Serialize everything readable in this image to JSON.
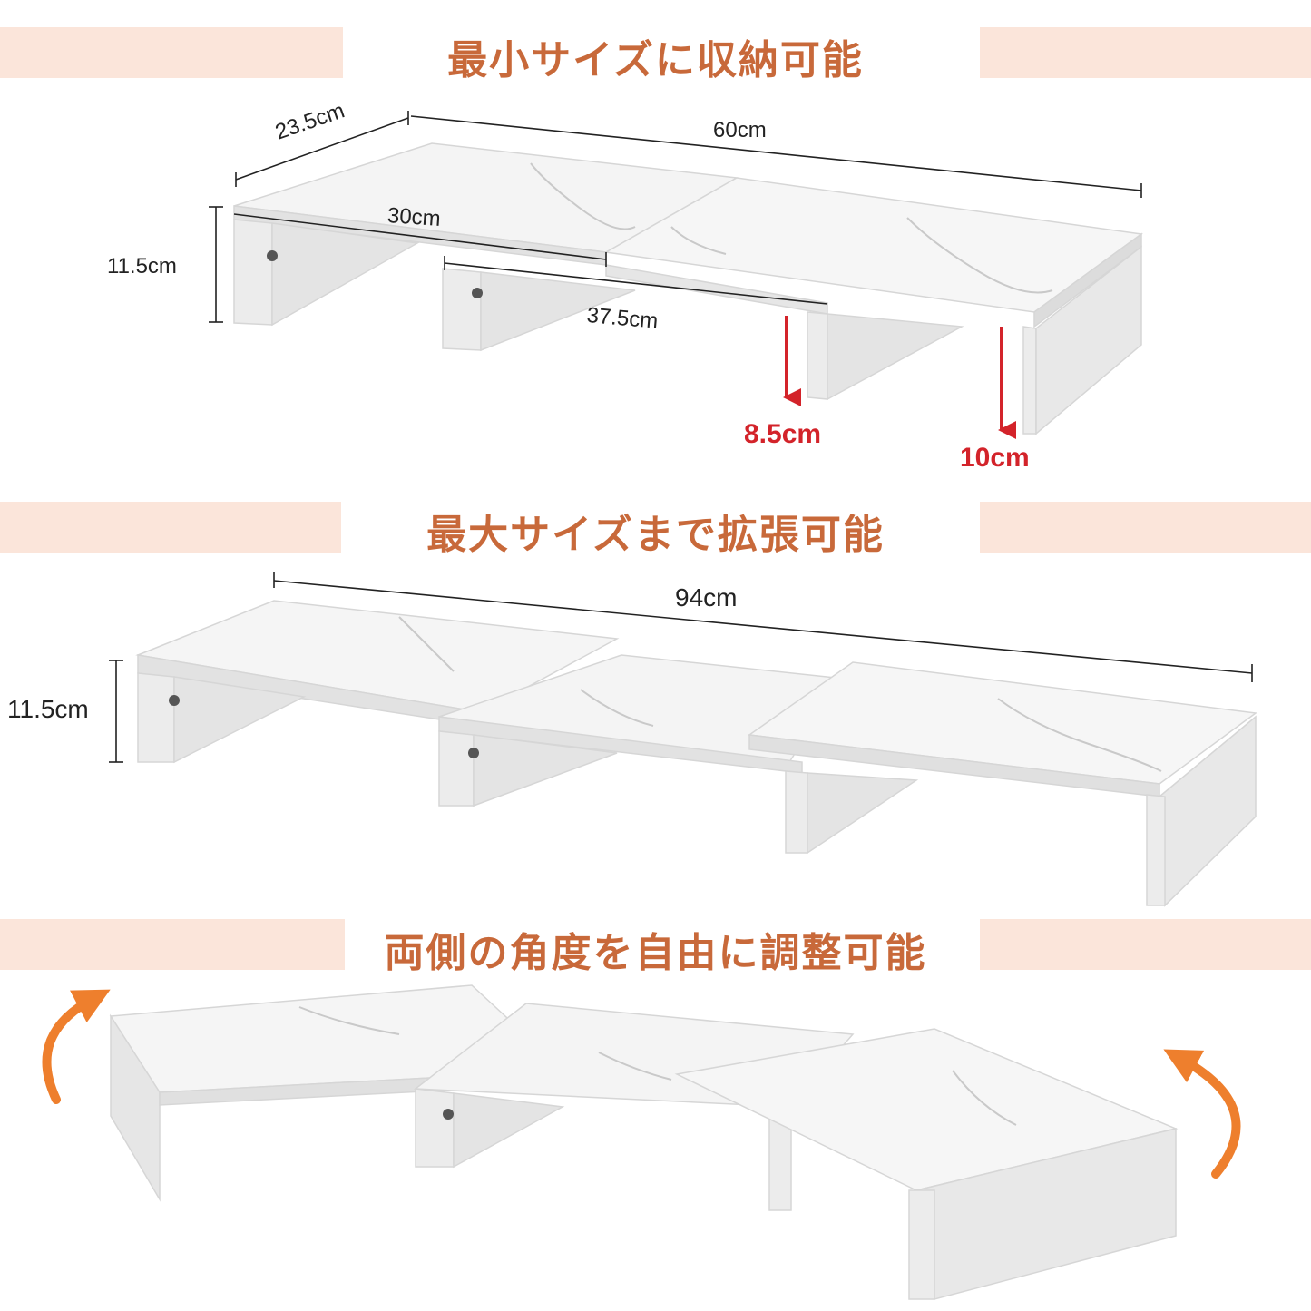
{
  "sections": [
    {
      "heading": "最小サイズに収納可能"
    },
    {
      "heading": "最大サイズまで拡張可能"
    },
    {
      "heading": "両側の角度を自由に調整可能"
    }
  ],
  "min_dims": {
    "depth": "23.5cm",
    "width": "60cm",
    "inner_top": "30cm",
    "height": "11.5cm",
    "inner_bottom": "37.5cm",
    "drop_short": "8.5cm",
    "drop_long": "10cm"
  },
  "max_dims": {
    "width": "94cm",
    "height": "11.5cm"
  },
  "colors": {
    "accent": "#c8693a",
    "band": "#fbe5da",
    "red": "#d3232a",
    "arrow_orange": "#ee7f2d"
  },
  "icons": [
    "curved-arrow-left-icon",
    "curved-arrow-right-icon",
    "red-down-arrow-icon"
  ]
}
